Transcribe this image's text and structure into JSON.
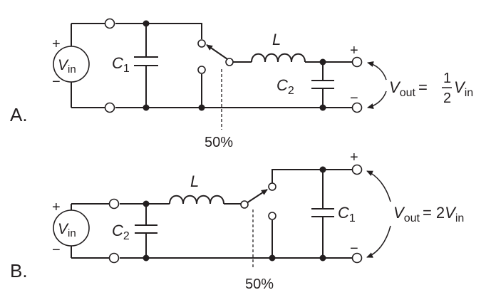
{
  "colors": {
    "ink": "#231f20",
    "background": "#ffffff"
  },
  "circuit_a": {
    "label": "A.",
    "source_label": "V",
    "source_sub": "in",
    "plus": "+",
    "minus": "−",
    "cap1_name": "C",
    "cap1_sub": "1",
    "inductor_label": "L",
    "cap2_name": "C",
    "cap2_sub": "2",
    "duty_cycle": "50%",
    "out_plus": "+",
    "out_minus": "−",
    "vout_name": "V",
    "vout_sub": "out",
    "equals": "=",
    "frac_num": "1",
    "frac_den": "2",
    "vin_name": "V",
    "vin_sub": "in"
  },
  "circuit_b": {
    "label": "B.",
    "source_label": "V",
    "source_sub": "in",
    "plus": "+",
    "minus": "−",
    "cap2_name": "C",
    "cap2_sub": "2",
    "inductor_label": "L",
    "cap1_name": "C",
    "cap1_sub": "1",
    "duty_cycle": "50%",
    "out_plus": "+",
    "out_minus": "−",
    "vout_name": "V",
    "vout_sub": "out",
    "equals_expr": "= 2",
    "vin_name": "V",
    "vin_sub": "in"
  }
}
